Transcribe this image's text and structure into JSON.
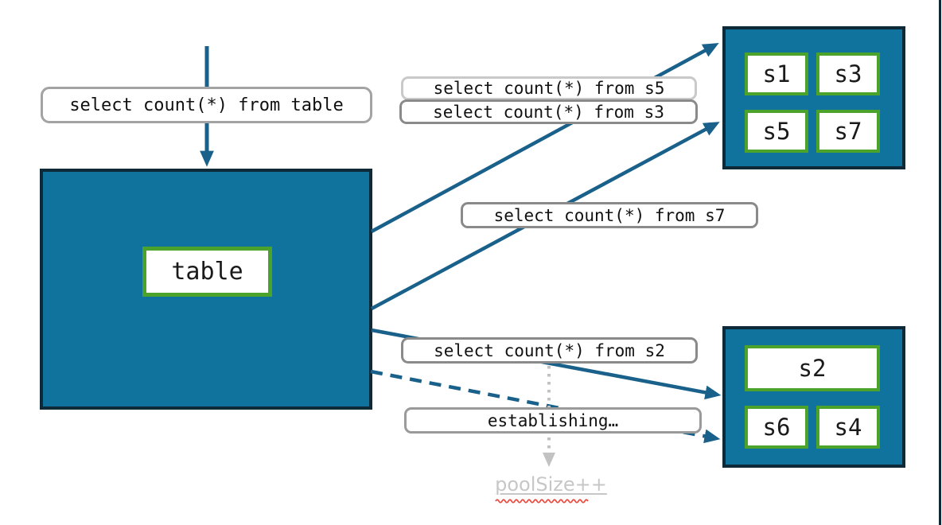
{
  "colors": {
    "teal_fill": "#0f739e",
    "dark_border": "#0e2a38",
    "green_border": "#4ca32b",
    "arrow": "#19618a",
    "label_border": "#8a8a8a",
    "label_border_light": "#c9c9c9",
    "dotted_arrow": "#c2c2c2",
    "faint_text": "#c7c7c7",
    "squiggle": "#e8493c"
  },
  "main": {
    "query_table": "select count(*) from table",
    "table_label": "table"
  },
  "queries": {
    "s5": "select count(*) from s5",
    "s3": "select count(*) from s3",
    "s7": "select count(*) from s7",
    "s2": "select count(*) from s2",
    "establishing": "establishing…"
  },
  "shard_group_top": {
    "shards": [
      "s1",
      "s3",
      "s5",
      "s7"
    ]
  },
  "shard_group_bottom": {
    "shards": [
      "s2",
      "s6",
      "s4"
    ]
  },
  "pool_note": "poolSize++"
}
